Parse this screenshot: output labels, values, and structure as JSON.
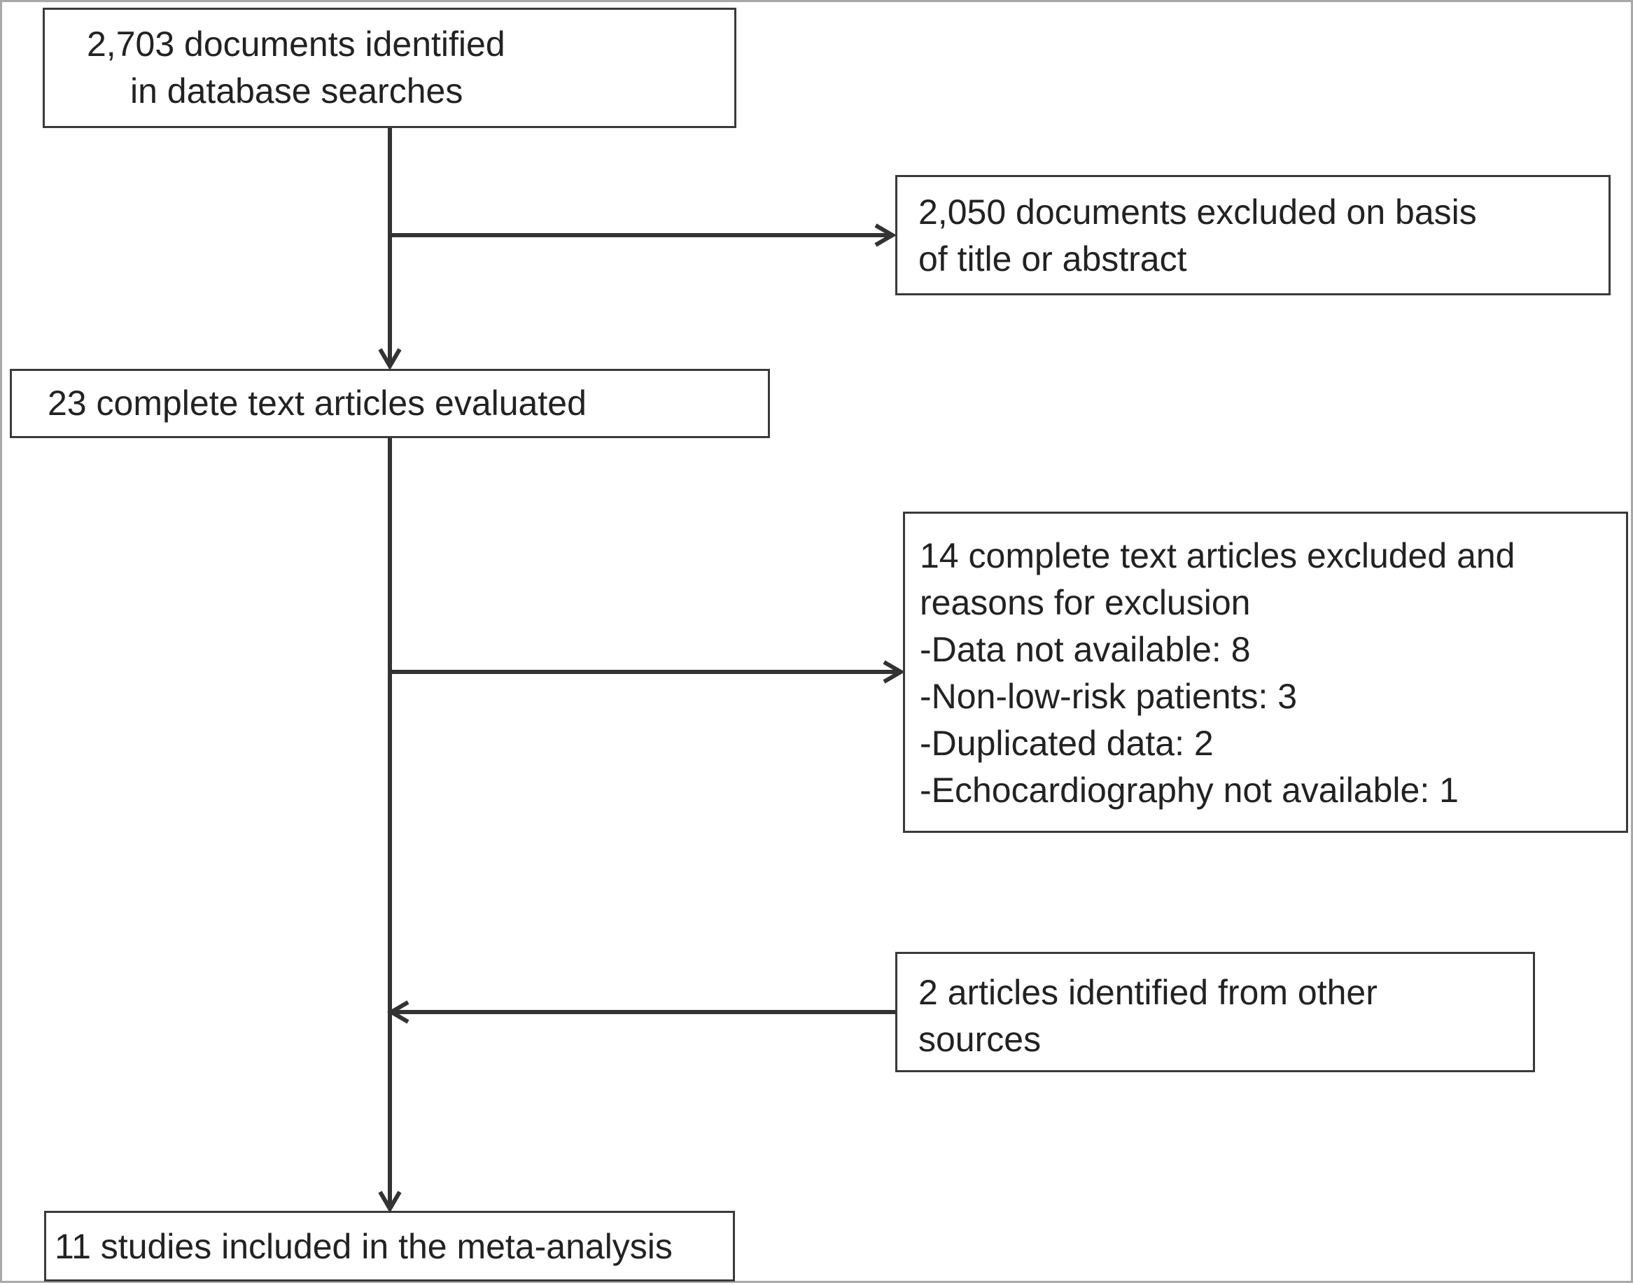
{
  "nodes": {
    "identified": {
      "lines": [
        "2,703 documents identified",
        "in database searches"
      ]
    },
    "excluded_title": {
      "lines": [
        "2,050 documents excluded on basis",
        "of title or abstract"
      ]
    },
    "evaluated": {
      "lines": [
        "23 complete text articles evaluated"
      ]
    },
    "excluded_fulltext": {
      "lines": [
        "14 complete text articles excluded and",
        "reasons for exclusion",
        "-Data not available: 8",
        "-Non-low-risk patients: 3",
        "-Duplicated data: 2",
        "-Echocardiography not available: 1"
      ]
    },
    "other_sources": {
      "lines": [
        "2 articles identified from other",
        "sources"
      ]
    },
    "included": {
      "lines": [
        "11 studies included in the meta-analysis"
      ]
    }
  },
  "colors": {
    "stroke": "#3a3a3a",
    "text": "#222222",
    "frame": "#a8a8a8"
  }
}
